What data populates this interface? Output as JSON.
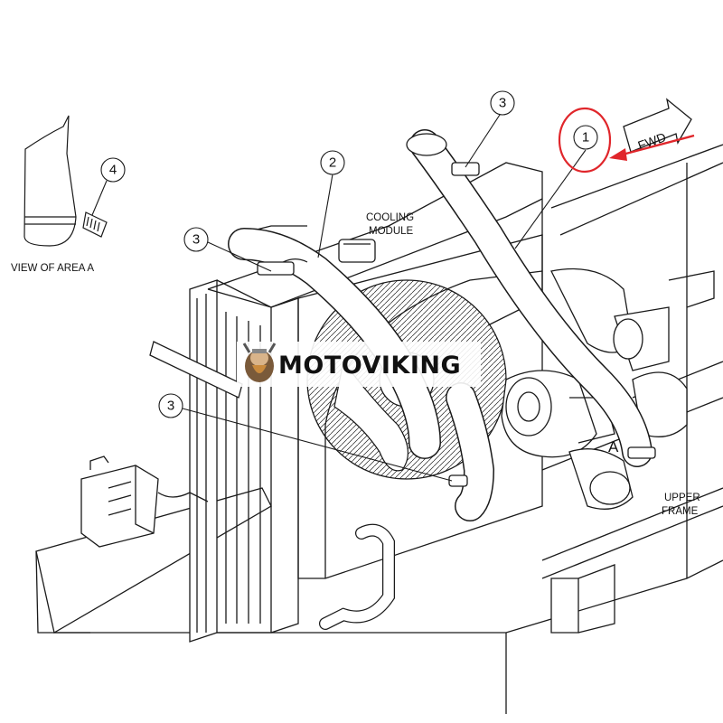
{
  "labels": {
    "view_of_area": "VIEW OF AREA A",
    "cooling_module_line1": "COOLING",
    "cooling_module_line2": "MODULE",
    "upper_frame_line1": "UPPER",
    "upper_frame_line2": "FRAME",
    "area_marker": "A",
    "fwd": "FWD"
  },
  "callouts": [
    {
      "id": "c1",
      "number": "1"
    },
    {
      "id": "c2",
      "number": "2"
    },
    {
      "id": "c3a",
      "number": "3"
    },
    {
      "id": "c3b",
      "number": "3"
    },
    {
      "id": "c3c",
      "number": "3"
    },
    {
      "id": "c4",
      "number": "4"
    }
  ],
  "watermark": {
    "text": "MOTOVIKING"
  },
  "colors": {
    "line": "#1a1a1a",
    "highlight": "#e0262b",
    "hose": "#ffffff"
  }
}
